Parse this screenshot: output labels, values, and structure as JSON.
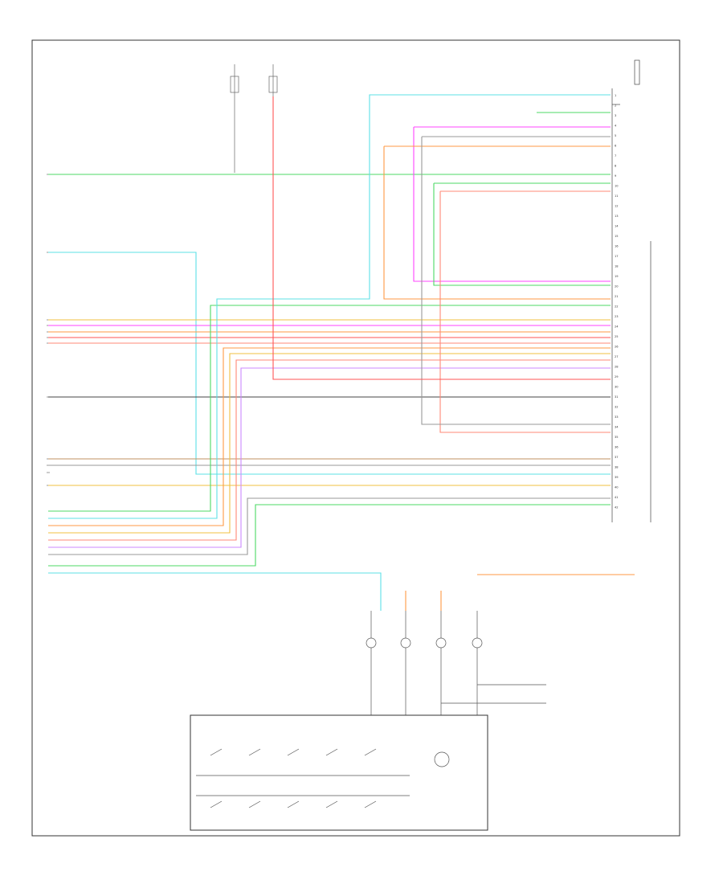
{
  "footer_code": "",
  "connector_pins": [
    "1",
    "2",
    "3",
    "4",
    "5",
    "6",
    "7",
    "8",
    "9",
    "10",
    "11",
    "12",
    "13",
    "14",
    "15",
    "16",
    "17",
    "18",
    "19",
    "20",
    "21",
    "22",
    "23",
    "24",
    "25",
    "26",
    "27",
    "28",
    "29",
    "30",
    "31",
    "32",
    "33",
    "34",
    "35",
    "36",
    "37",
    "38",
    "39",
    "40",
    "41",
    "42"
  ],
  "wire_colors": {
    "cyan": "#5ce1e6",
    "green": "#4cd964",
    "magenta": "#ff44ff",
    "orange": "#ff9944",
    "red": "#ff5555",
    "salmon": "#ff8877",
    "yellow": "#f0c040",
    "tan": "#c09060",
    "violet": "#cc88ff",
    "gray": "#999999",
    "dark": "#444444"
  }
}
